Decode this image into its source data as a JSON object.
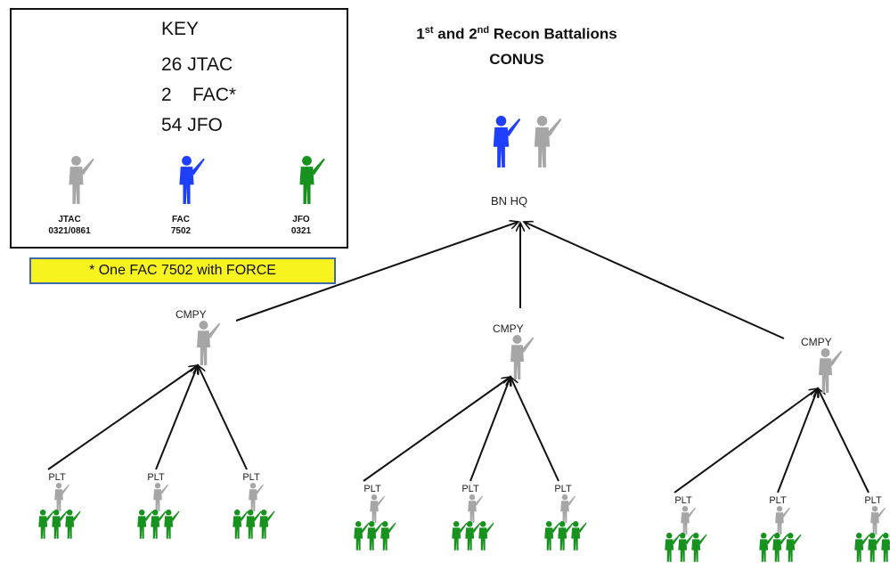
{
  "title": {
    "line1_main": "1",
    "line1_sup1": "st",
    "line1_mid": " and 2",
    "line1_sup2": "nd",
    "line1_end": " Recon Battalions",
    "line2": "CONUS"
  },
  "key": {
    "heading": "KEY",
    "line1": "26 JTAC",
    "line2": "2    FAC*",
    "line3": "54 JFO",
    "items": [
      {
        "label": "JTAC",
        "code": "0321/0861",
        "color": "#a6a6a6"
      },
      {
        "label": "FAC",
        "code": "7502",
        "color": "#1f3fff"
      },
      {
        "label": "JFO",
        "code": "0321",
        "color": "#18921f"
      }
    ]
  },
  "note": "* One FAC 7502 with FORCE",
  "hq": {
    "label": "BN HQ"
  },
  "companies": [
    {
      "label": "CMPY"
    },
    {
      "label": "CMPY"
    },
    {
      "label": "CMPY"
    }
  ],
  "platoon_label": "PLT",
  "colors": {
    "jtac": "#a6a6a6",
    "fac": "#1f3fff",
    "jfo": "#18921f",
    "arrow": "#111111"
  }
}
